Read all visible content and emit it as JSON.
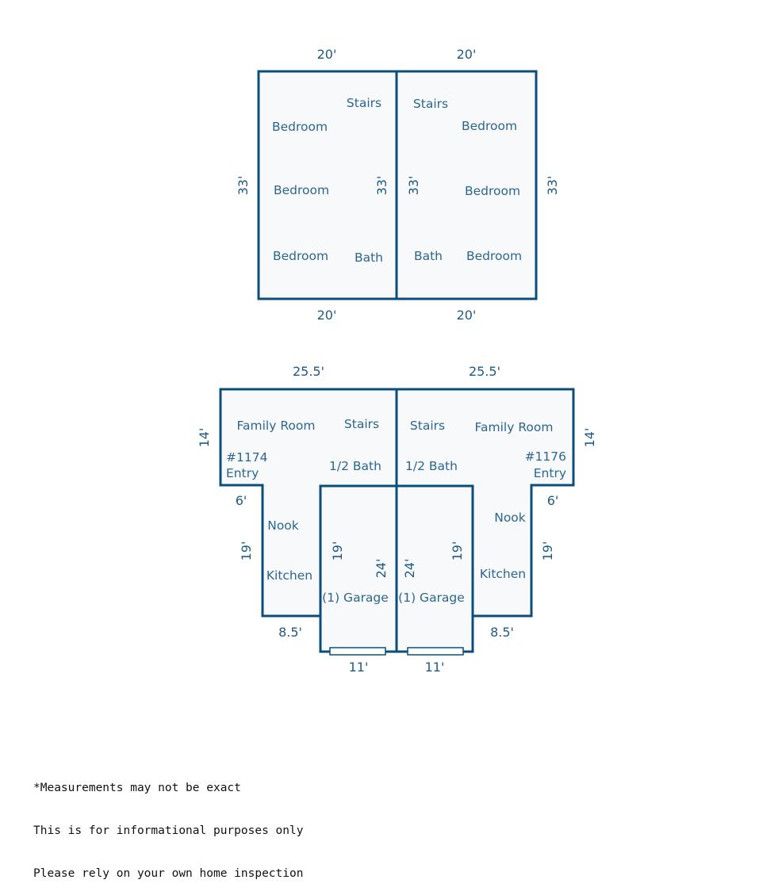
{
  "upper_floor": {
    "dims": {
      "top_left": "20'",
      "top_right": "20'",
      "bottom_left": "20'",
      "bottom_right": "20'",
      "outer_left": "33'",
      "inner_left": "33'",
      "inner_right": "33'",
      "outer_right": "33'"
    },
    "rooms": {
      "left_stairs": "Stairs",
      "left_bedroom_1": "Bedroom",
      "left_bedroom_2": "Bedroom",
      "left_bedroom_3": "Bedroom",
      "left_bath": "Bath",
      "right_stairs": "Stairs",
      "right_bedroom_1": "Bedroom",
      "right_bedroom_2": "Bedroom",
      "right_bedroom_3": "Bedroom",
      "right_bath": "Bath"
    }
  },
  "lower_floor": {
    "dims": {
      "top_left": "25.5'",
      "top_right": "25.5'",
      "left_height": "14'",
      "right_height": "14'",
      "left_step": "6'",
      "right_step": "6'",
      "left_kitchen_height": "19'",
      "right_kitchen_height": "19'",
      "left_garage_inner": "19'",
      "right_garage_inner": "19'",
      "left_garage_height": "24'",
      "right_garage_height": "24'",
      "left_kitchen_width": "8.5'",
      "right_kitchen_width": "8.5'",
      "left_garage_width": "11'",
      "right_garage_width": "11'"
    },
    "rooms": {
      "left_family_room": "Family Room",
      "left_stairs": "Stairs",
      "left_unit": "#1174",
      "left_entry": "Entry",
      "left_half_bath": "1/2 Bath",
      "left_nook": "Nook",
      "left_kitchen": "Kitchen",
      "left_garage": "(1) Garage",
      "right_family_room": "Family Room",
      "right_stairs": "Stairs",
      "right_unit": "#1176",
      "right_entry": "Entry",
      "right_half_bath": "1/2 Bath",
      "right_nook": "Nook",
      "right_kitchen": "Kitchen",
      "right_garage": "(1) Garage"
    }
  },
  "disclaimer": {
    "line1": "*Measurements may not be exact",
    "line2": "This is for informational purposes only",
    "line3": "Please rely on your own home inspection"
  },
  "colors": {
    "wall": "#0d4d7c",
    "label": "#2c6690",
    "fill": "#f8f9fb"
  }
}
